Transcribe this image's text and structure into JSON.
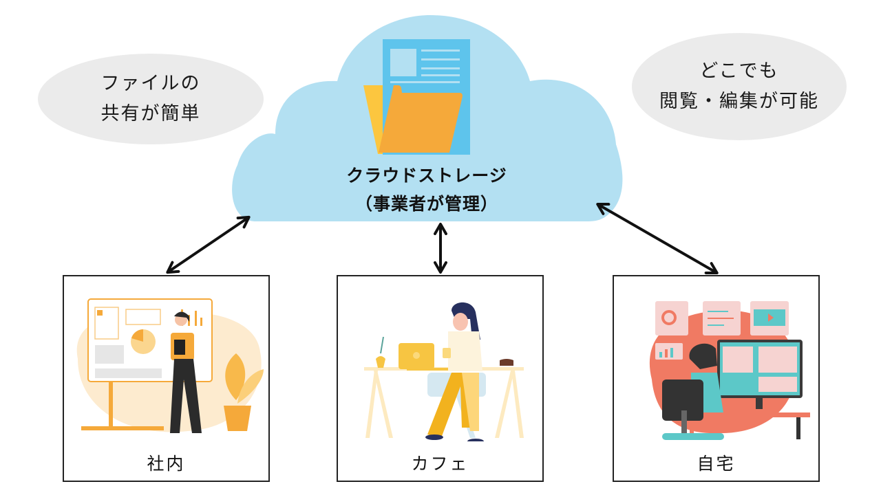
{
  "cloud": {
    "title_line1": "クラウドストレージ",
    "title_line2": "（事業者が管理）",
    "colors": {
      "cloud": "#b3e0f2",
      "document": "#5ec4ec",
      "folder_front": "#f5a93a",
      "folder_back": "#fcc63f"
    },
    "icon": "folder-with-document-icon"
  },
  "benefits": {
    "left": {
      "line1": "ファイルの",
      "line2": "共有が簡単"
    },
    "right": {
      "line1": "どこでも",
      "line2": "閲覧・編集が可能"
    }
  },
  "locations": [
    {
      "label": "社内",
      "illustration": "office-presentation-illustration"
    },
    {
      "label": "カフェ",
      "illustration": "cafe-laptop-illustration"
    },
    {
      "label": "自宅",
      "illustration": "home-computer-illustration"
    }
  ],
  "connections": [
    {
      "from": "cloud",
      "to": "社内",
      "type": "bidirectional"
    },
    {
      "from": "cloud",
      "to": "カフェ",
      "type": "bidirectional"
    },
    {
      "from": "cloud",
      "to": "自宅",
      "type": "bidirectional"
    }
  ]
}
